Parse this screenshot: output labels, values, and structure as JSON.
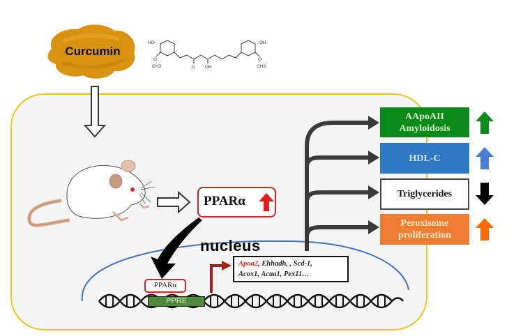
{
  "compound": {
    "name": "Curcumin",
    "structure_labels": {
      "left_hydroxyl": "HO",
      "left_methoxy_o": "O",
      "left_methyl": "CH3",
      "ketone_o": "O",
      "enol_oh": "OH",
      "right_hydroxyl": "OH",
      "right_methoxy_o": "O",
      "right_methyl": "CH3"
    },
    "powder_color": "#d9920f"
  },
  "cell": {
    "border_color": "#f0c419",
    "organism": "mouse"
  },
  "receptor": {
    "label": "PPARα",
    "direction": "up",
    "color": "#e02020"
  },
  "nucleus": {
    "label": "nucleus",
    "membrane_color": "#4472c4"
  },
  "dna": {
    "bound_receptor_label": "PPARα",
    "response_element_label": "PPRE"
  },
  "target_genes": {
    "line1": [
      {
        "text": "Apoa2",
        "highlight": true
      },
      {
        "text": ", Ehhadh, , Scd-1,",
        "highlight": false
      }
    ],
    "line2": "Acox1,   Acaa1, Pex11…",
    "highlight_color": "#d42a2a"
  },
  "outcomes": [
    {
      "label_line1": "AApoAII",
      "label_line2": "Amyloidosis",
      "direction": "up",
      "box_color": "#0a8a1a",
      "arrow_color": "#0a8a1a"
    },
    {
      "label_line1": "HDL-C",
      "label_line2": "",
      "direction": "up",
      "box_color": "#2f78c4",
      "arrow_color": "#4a7fd6"
    },
    {
      "label_line1": "Triglycerides",
      "label_line2": "",
      "direction": "down",
      "box_color": "#ffffff",
      "arrow_color": "#000000"
    },
    {
      "label_line1": "Peroxisome",
      "label_line2": "proliferation",
      "direction": "up",
      "box_color": "#ee7d33",
      "arrow_color": "#ff6a00"
    }
  ]
}
